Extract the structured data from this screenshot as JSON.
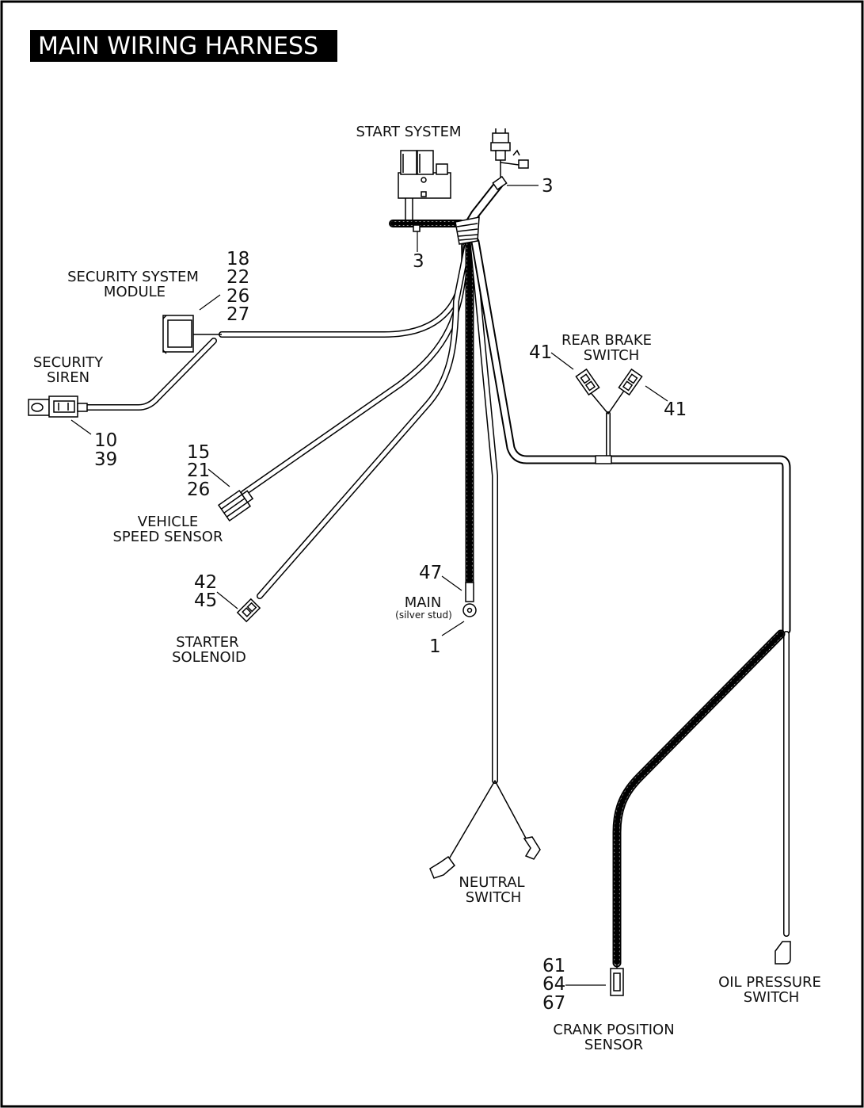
{
  "title": "MAIN WIRING HARNESS",
  "labels": {
    "start_system": "START SYSTEM",
    "security_module": [
      "SECURITY SYSTEM",
      "MODULE"
    ],
    "security_siren": [
      "SECURITY",
      "SIREN"
    ],
    "vehicle_speed_sensor": [
      "VEHICLE",
      "SPEED SENSOR"
    ],
    "starter_solenoid": [
      "STARTER",
      "SOLENOID"
    ],
    "main": "MAIN",
    "main_note": "(silver stud)",
    "rear_brake_switch": [
      "REAR BRAKE",
      "SWITCH"
    ],
    "neutral_switch": [
      "NEUTRAL",
      "SWITCH"
    ],
    "crank_position_sensor": [
      "CRANK POSITION",
      "SENSOR"
    ],
    "oil_pressure_switch": [
      "OIL PRESSURE",
      "SWITCH"
    ]
  },
  "callouts": {
    "start_right": [
      "3"
    ],
    "start_below": [
      "3"
    ],
    "security_module": [
      "18",
      "22",
      "26",
      "27"
    ],
    "security_siren": [
      "10",
      "39"
    ],
    "speed_sensor": [
      "15",
      "21",
      "26"
    ],
    "starter_solenoid": [
      "42",
      "45"
    ],
    "main_top": [
      "47"
    ],
    "main_bottom": [
      "1"
    ],
    "rear_brake_left": [
      "41"
    ],
    "rear_brake_right": [
      "41"
    ],
    "crank_sensor": [
      "61",
      "64",
      "67"
    ]
  }
}
